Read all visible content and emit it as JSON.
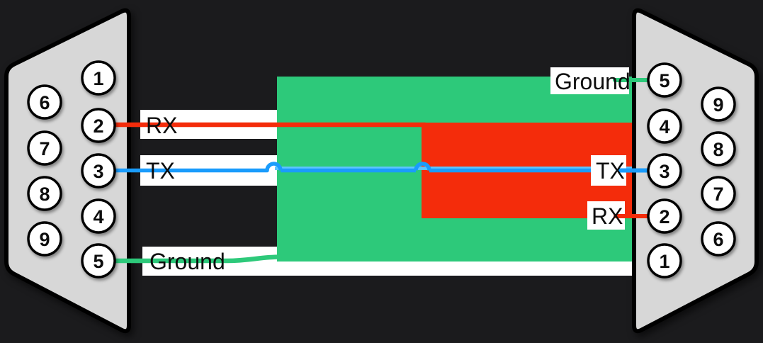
{
  "diagram_type": "serial-cable-pinout",
  "colors": {
    "background": "#1b1b1d",
    "connector_fill": "#d7d7d7",
    "connector_stroke": "#000000",
    "pin_fill": "#ffffff",
    "label_bg": "#ffffff",
    "label_text": "#0d0d0d",
    "green": "#2dc97a",
    "red": "#f42c0b",
    "blue": "#1a9cfc",
    "blue_light": "#5cc4ff"
  },
  "left_connector": {
    "pins_inner": [
      "1",
      "2",
      "3",
      "4",
      "5"
    ],
    "pins_outer": [
      "6",
      "7",
      "8",
      "9"
    ]
  },
  "right_connector": {
    "pins_inner": [
      "5",
      "4",
      "3",
      "2",
      "1"
    ],
    "pins_outer": [
      "9",
      "8",
      "7",
      "6"
    ]
  },
  "wire_labels": {
    "left_rx": "RX",
    "left_tx": "TX",
    "left_ground": "Ground",
    "right_ground": "Ground",
    "right_tx": "TX",
    "right_rx": "RX"
  },
  "connections": [
    {
      "signal": "RX",
      "left_pin": "2",
      "right_pin": "2",
      "color": "#f42c0b"
    },
    {
      "signal": "TX",
      "left_pin": "3",
      "right_pin": "3",
      "color": "#1a9cfc"
    },
    {
      "signal": "Ground",
      "left_pin": "5",
      "right_pin": "5",
      "color": "#2dc97a"
    }
  ]
}
